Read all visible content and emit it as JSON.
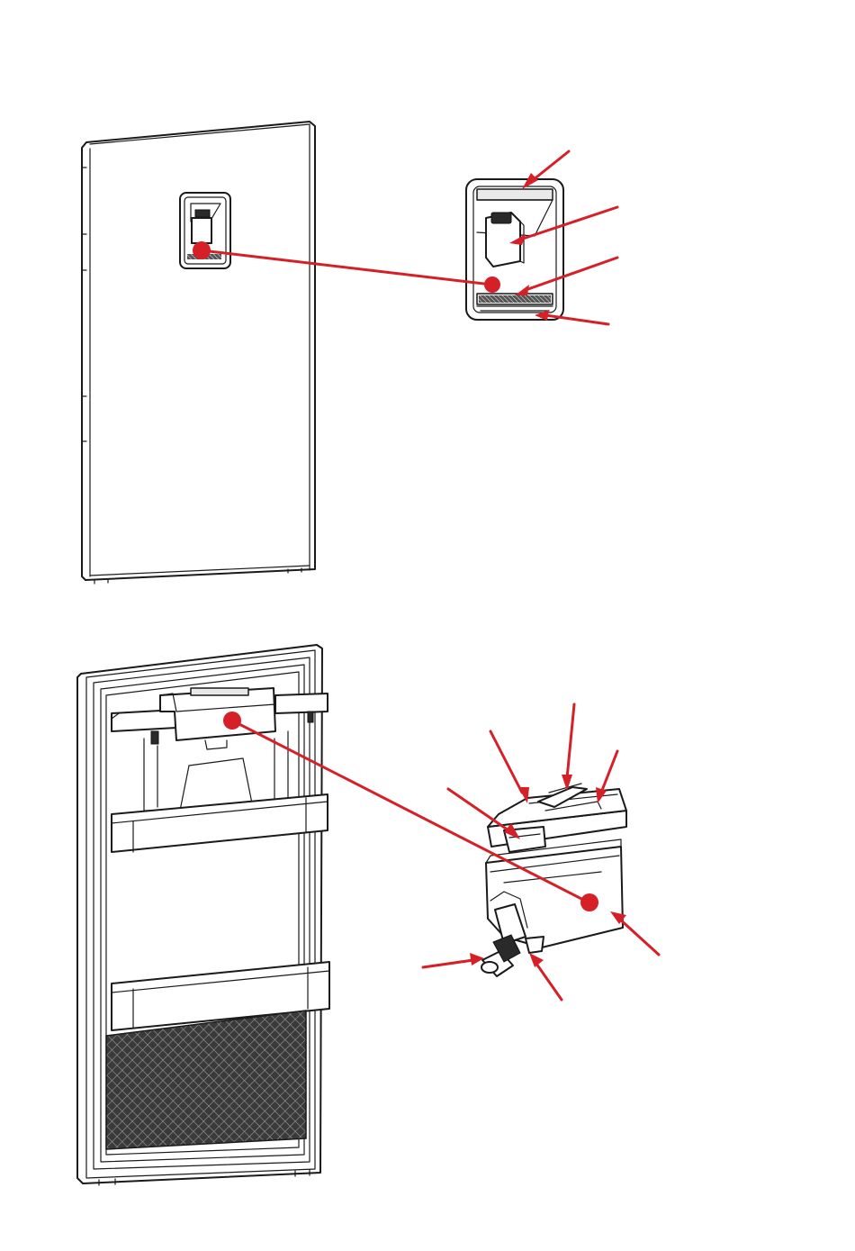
{
  "diagram": {
    "accent_color": "#d62028",
    "line_color": "#1a1a1a",
    "background_color": "#ffffff",
    "views": [
      "door-exterior",
      "dispenser-detail",
      "door-interior",
      "water-tank-detail"
    ]
  }
}
